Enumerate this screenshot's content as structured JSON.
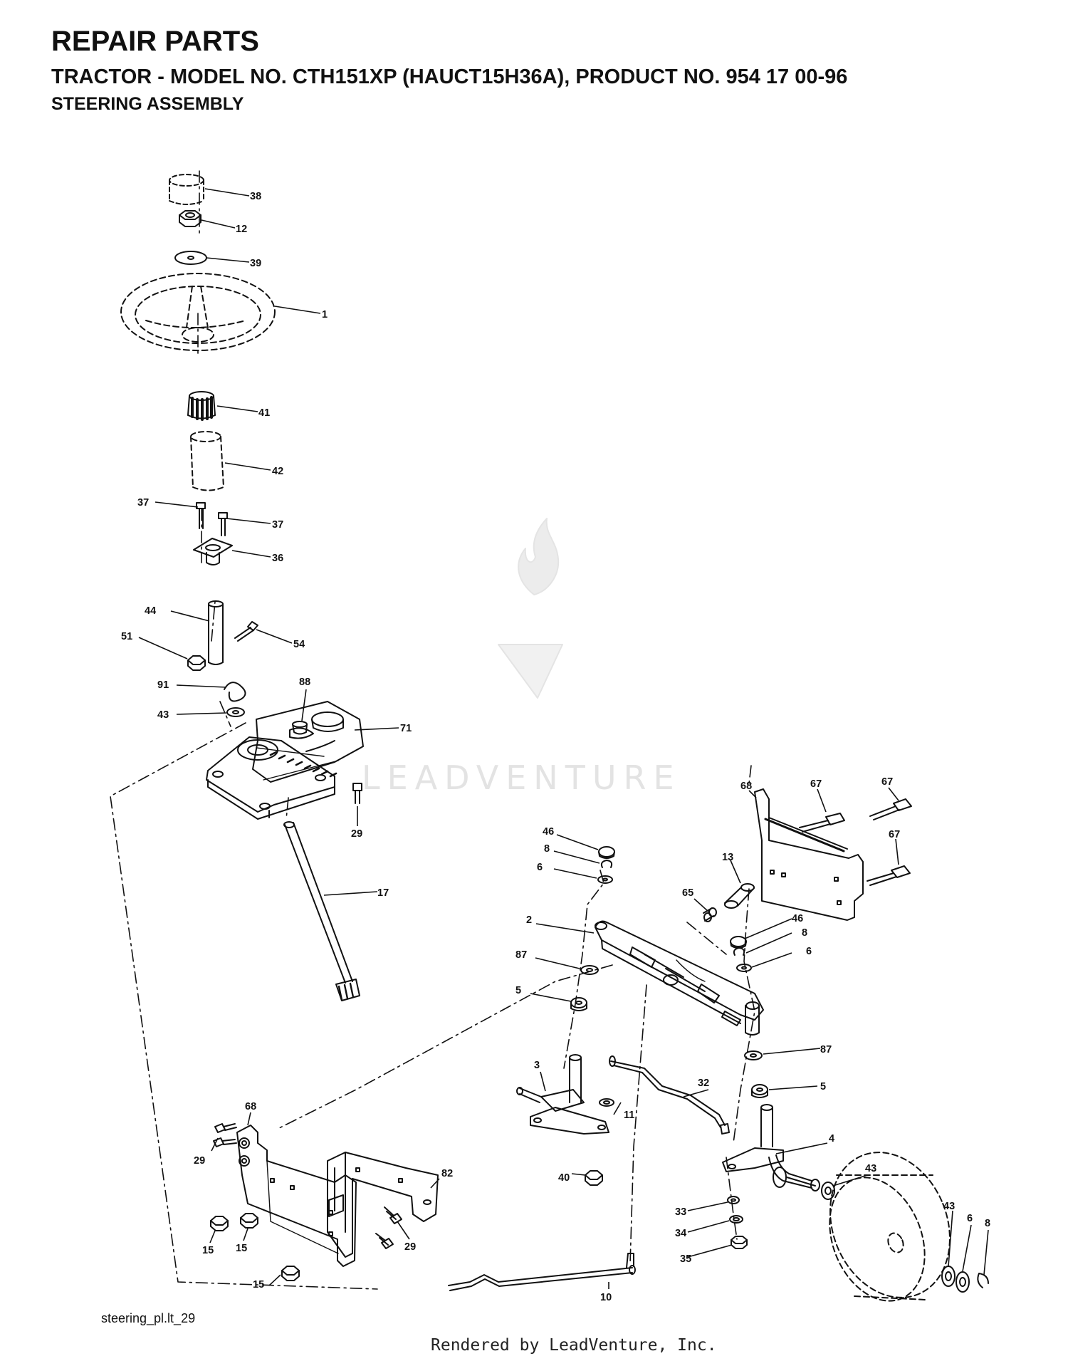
{
  "header": {
    "title": "REPAIR PARTS",
    "subtitle": "TRACTOR - MODEL NO. CTH151XP (HAUCT15H36A), PRODUCT NO. 954 17 00-96",
    "section": "STEERING ASSEMBLY"
  },
  "callouts": {
    "c38": "38",
    "c12": "12",
    "c39": "39",
    "c1": "1",
    "c41": "41",
    "c42": "42",
    "c37a": "37",
    "c37b": "37",
    "c36": "36",
    "c44": "44",
    "c51": "51",
    "c54": "54",
    "c91": "91",
    "c88": "88",
    "c43a": "43",
    "c71": "71",
    "c29a": "29",
    "c17": "17",
    "c68a": "68",
    "c67a": "67",
    "c67b": "67",
    "c67c": "67",
    "c46a": "46",
    "c8a": "8",
    "c6a": "6",
    "c13": "13",
    "c65": "65",
    "c2": "2",
    "c46b": "46",
    "c8b": "8",
    "c6b": "6",
    "c87a": "87",
    "c5a": "5",
    "c87b": "87",
    "c3": "3",
    "c32": "32",
    "c11": "11",
    "c5b": "5",
    "c68b": "68",
    "c29b": "29",
    "c4": "4",
    "c43b": "43",
    "c82": "82",
    "c40": "40",
    "c43c": "43",
    "c6c": "6",
    "c8c": "8",
    "c15a": "15",
    "c15b": "15",
    "c29c": "29",
    "c33": "33",
    "c34": "34",
    "c15c": "15",
    "c10": "10",
    "c35": "35"
  },
  "watermark": {
    "text": "LEADVENTURE"
  },
  "footer": {
    "diagram_id": "steering_pl.lt_29",
    "rendered_by": "Rendered by LeadVenture, Inc."
  }
}
